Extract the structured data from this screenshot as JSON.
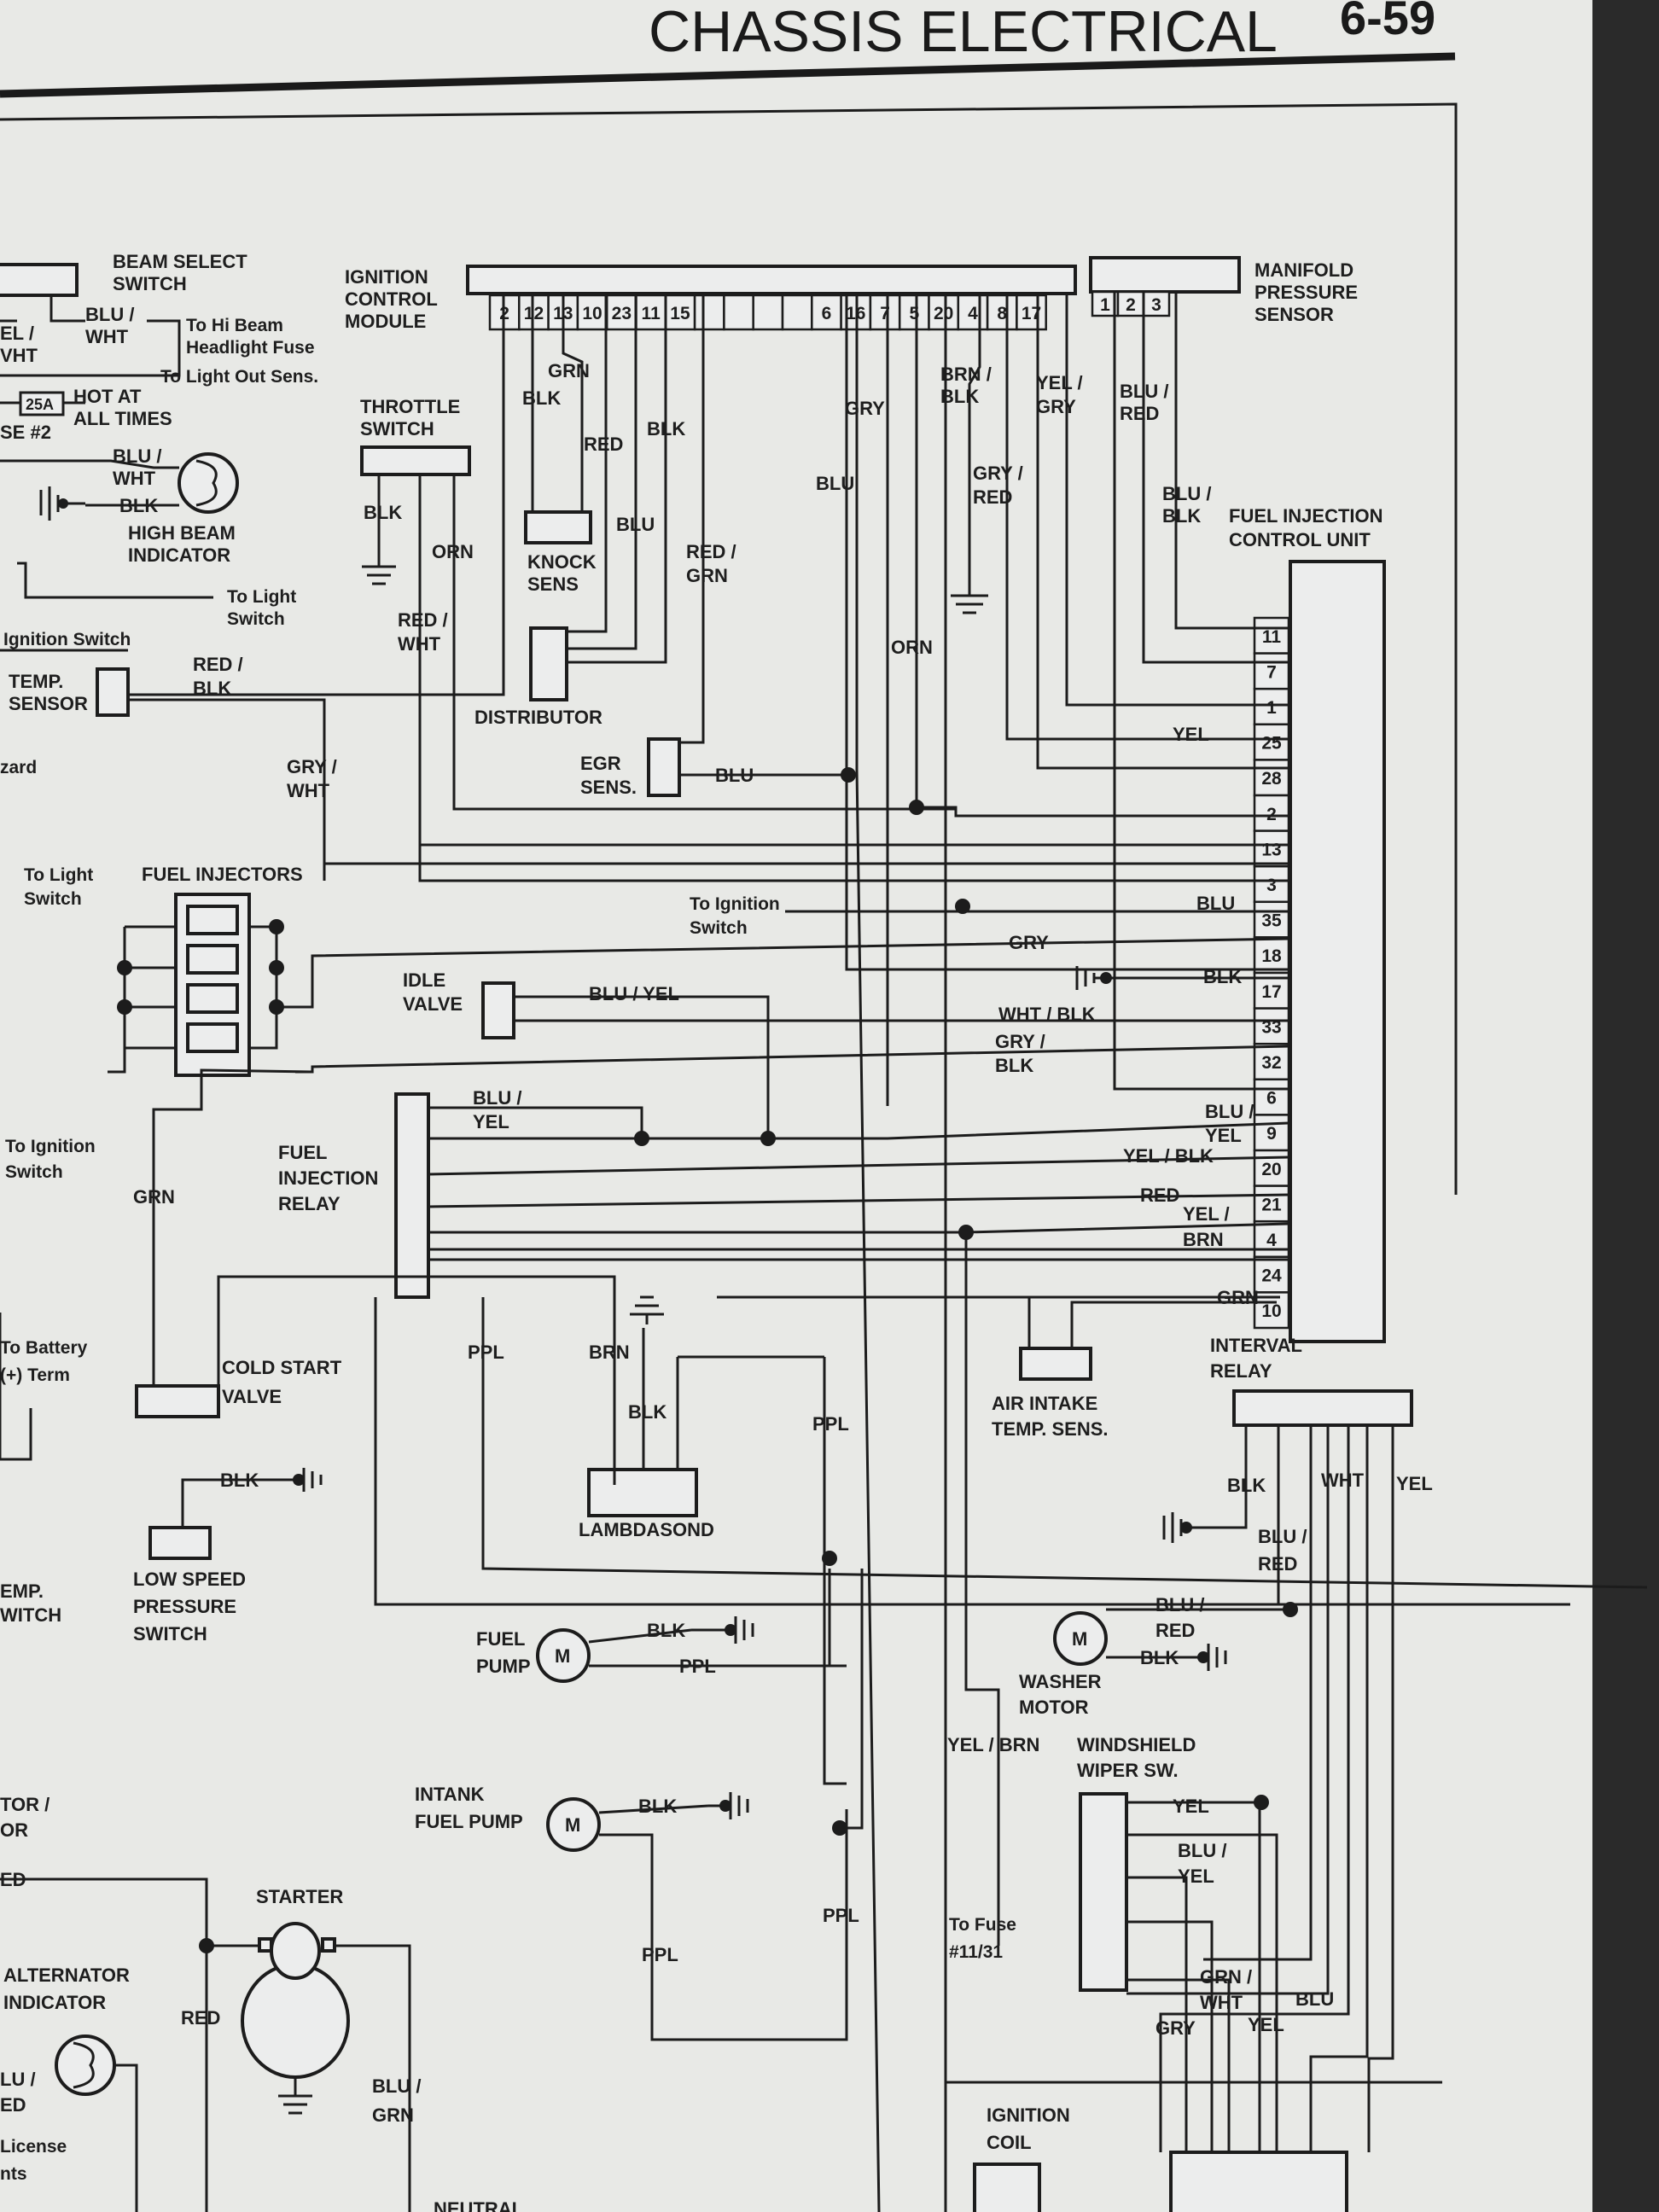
{
  "header": {
    "title": "CHASSIS ELECTRICAL",
    "page_number": "6-59"
  },
  "components": {
    "beam_select": [
      "BEAM SELECT",
      "SWITCH"
    ],
    "ignition_module": [
      "IGNITION",
      "CONTROL",
      "MODULE"
    ],
    "manifold_sensor": [
      "MANIFOLD",
      "PRESSURE",
      "SENSOR"
    ],
    "throttle_switch": [
      "THROTTLE",
      "SWITCH"
    ],
    "knock_sens": [
      "KNOCK",
      "SENS"
    ],
    "high_beam": [
      "HIGH BEAM",
      "INDICATOR"
    ],
    "fuel_ecu": [
      "FUEL INJECTION",
      "CONTROL UNIT"
    ],
    "temp_sensor": [
      "TEMP.",
      "SENSOR"
    ],
    "distributor": "DISTRIBUTOR",
    "egr_sens": [
      "EGR",
      "SENS."
    ],
    "fuel_injectors": "FUEL INJECTORS",
    "idle_valve": [
      "IDLE",
      "VALVE"
    ],
    "fuel_relay": [
      "FUEL",
      "INJECTION",
      "RELAY"
    ],
    "cold_start": [
      "COLD START",
      "VALVE"
    ],
    "air_intake": [
      "AIR INTAKE",
      "TEMP. SENS."
    ],
    "interval_relay": [
      "INTERVAL",
      "RELAY"
    ],
    "lambdasond": "LAMBDASOND",
    "low_speed": [
      "LOW SPEED",
      "PRESSURE",
      "SWITCH"
    ],
    "fuel_pump": [
      "FUEL",
      "PUMP"
    ],
    "washer_motor": [
      "WASHER",
      "MOTOR"
    ],
    "wiper_sw": [
      "WINDSHIELD",
      "WIPER SW."
    ],
    "intank_pump": [
      "INTANK",
      "FUEL PUMP"
    ],
    "starter": "STARTER",
    "alt_indicator": [
      "ALTERNATOR",
      "INDICATOR"
    ],
    "ignition_coil": [
      "IGNITION",
      "COIL"
    ]
  },
  "notes": {
    "to_hi_beam": [
      "To Hi Beam",
      "Headlight Fuse"
    ],
    "to_light_out": "To Light Out Sens.",
    "fuse_25a": "25A",
    "hot_at": [
      "HOT AT",
      "ALL TIMES"
    ],
    "se2": "SE #2",
    "to_light_switch_1": [
      "To Light",
      "Switch"
    ],
    "ignition_switch_1": "Ignition Switch",
    "zard": "zard",
    "to_light_switch_2": [
      "To Light",
      "Switch"
    ],
    "to_ignition_switch_1": [
      "To Ignition",
      "Switch"
    ],
    "to_ignition_switch_2": [
      "To Ignition",
      "Switch"
    ],
    "to_battery": [
      "To Battery",
      "(+) Term"
    ],
    "emp_switch": [
      "EMP.",
      "WITCH"
    ],
    "tor_or": [
      "TOR /",
      "OR"
    ],
    "ed": "ED",
    "to_fuse": [
      "To Fuse",
      "#11/31"
    ],
    "license": [
      "License",
      "nts"
    ],
    "neutral": "NEUTRAL"
  },
  "wires": {
    "yel_vht": [
      "EL /",
      "VHT"
    ],
    "blu_wht_1": [
      "BLU /",
      "WHT"
    ],
    "blu_wht_2": [
      "BLU /",
      "WHT"
    ],
    "blk_hb": "BLK",
    "grn_1": "GRN",
    "blk_1": "BLK",
    "red_1": "RED",
    "blk_2": "BLK",
    "blu_1": "BLU",
    "red_grn": [
      "RED /",
      "GRN"
    ],
    "gry_1": "GRY",
    "blu_2": "BLU",
    "brn_blk": [
      "BRN /",
      "BLK"
    ],
    "gry_red": [
      "GRY /",
      "RED"
    ],
    "yel_gry": [
      "YEL /",
      "GRY"
    ],
    "blu_red_1": [
      "BLU /",
      "RED"
    ],
    "blu_blk_1": [
      "BLU /",
      "BLK"
    ],
    "blk_throttle": "BLK",
    "orn_1": "ORN",
    "red_wht": [
      "RED /",
      "WHT"
    ],
    "red_blk": [
      "RED /",
      "BLK"
    ],
    "gry_wht": [
      "GRY /",
      "WHT"
    ],
    "orn_2": "ORN",
    "yel_25": "YEL",
    "blu_egr": "BLU",
    "blu_35": "BLU",
    "gry_18": "GRY",
    "blk_17": "BLK",
    "blu_yel_idle": "BLU / YEL",
    "wht_blk": "WHT / BLK",
    "gry_blk": [
      "GRY /",
      "BLK"
    ],
    "blu_yel_relay": [
      "BLU /",
      "YEL"
    ],
    "blu_yel_9": [
      "BLU /",
      "YEL"
    ],
    "yel_blk": "YEL / BLK",
    "red_21": "RED",
    "yel_brn_4": [
      "YEL /",
      "BRN"
    ],
    "grn_10": "GRN",
    "grn_cold": "GRN",
    "ppl_1": "PPL",
    "brn_lam": "BRN",
    "blk_lam": "BLK",
    "ppl_2": "PPL",
    "blk_low": "BLK",
    "blk_int": "BLK",
    "wht_int": "WHT",
    "yel_int": "YEL",
    "blu_red_int": [
      "BLU /",
      "RED"
    ],
    "blk_pump": "BLK",
    "ppl_pump": "PPL",
    "blu_red_wash": [
      "BLU /",
      "RED"
    ],
    "blk_wash": "BLK",
    "yel_brn_fuse": "YEL / BRN",
    "yel_wiper": "YEL",
    "blu_yel_wiper": [
      "BLU /",
      "YEL"
    ],
    "blk_intank": "BLK",
    "ppl_3": "PPL",
    "ppl_4": "PPL",
    "red_starter": "RED",
    "blu_grn": [
      "BLU /",
      "GRN"
    ],
    "grn_wht": [
      "GRN /",
      "WHT"
    ],
    "blu_wiper": "BLU",
    "gry_wiper": "GRY",
    "yel_wiper2": "YEL",
    "lu_ed": [
      "LU /",
      "ED"
    ]
  },
  "ignition_module_pins": [
    "2",
    "12",
    "13",
    "10",
    "23",
    "11",
    "15",
    "",
    "",
    "",
    "",
    "6",
    "16",
    "7",
    "5",
    "20",
    "4",
    "8",
    "17"
  ],
  "manifold_pins": [
    "1",
    "2",
    "3"
  ],
  "ecu_pins": [
    "11",
    "7",
    "1",
    "25",
    "28",
    "2",
    "13",
    "3",
    "35",
    "18",
    "17",
    "33",
    "32",
    "6",
    "9",
    "20",
    "21",
    "4",
    "24",
    "10"
  ],
  "symbols": {
    "fuel_pump": "M",
    "intank_pump": "M",
    "washer_motor": "M"
  }
}
